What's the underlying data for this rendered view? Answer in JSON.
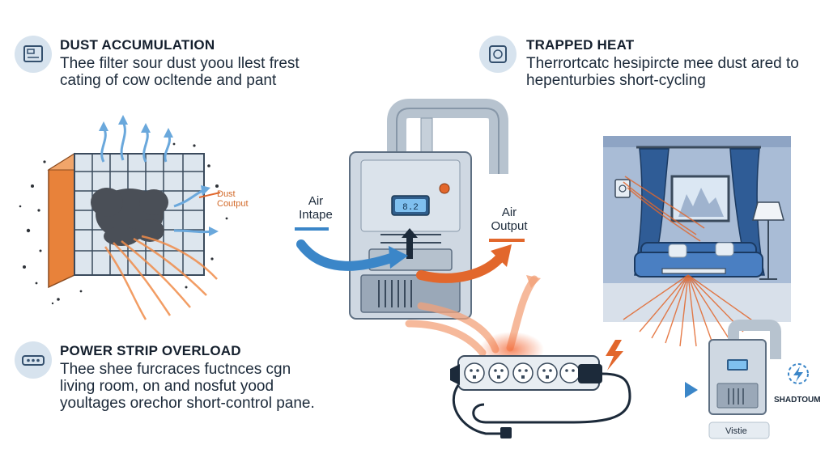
{
  "sections": {
    "dust": {
      "title": "DUST ACCUMULATION",
      "body": "Thee filter sour dust yoou llest frest cating of cow ocltende and pant",
      "icon": "furnace-box-icon"
    },
    "heat": {
      "title": "TRAPPED HEAT",
      "body": "Therrortcatc hesipircte mee dust ared to hepenturbies short-cycling",
      "icon": "thermostat-icon"
    },
    "power": {
      "title": "POWER STRIP OVERLOAD",
      "body": "Thee shee furcraces fuctnces cgn living room, on and nosfut yood youltages orechor short-control pane.",
      "icon": "power-strip-icon"
    }
  },
  "labels": {
    "dust_output": "Dust Coutput",
    "air_intake": "Air Intape",
    "air_output": "Air Output",
    "shutdown": "SHADTOUM",
    "visible": "Vistie"
  },
  "furnace_display": "8.2",
  "colors": {
    "accent_blue": "#3b86c8",
    "accent_orange": "#e2672c",
    "dust_frame": "#e8823a",
    "wall_blue": "#a9bcd6"
  }
}
